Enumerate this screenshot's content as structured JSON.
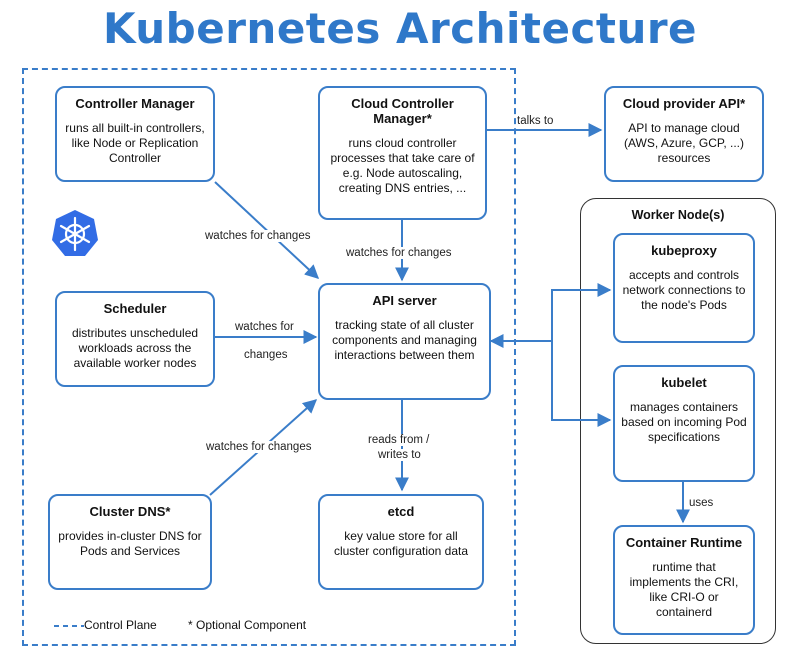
{
  "title": "Kubernetes Architecture",
  "colors": {
    "accent": "#2f78c9",
    "box_border": "#3a7dc9",
    "arrow": "#3a7dc9"
  },
  "icon": "kubernetes-logo-icon",
  "nodes": {
    "controller_manager": {
      "title": "Controller Manager",
      "desc": "runs all built-in controllers, like Node or Replication Controller"
    },
    "cloud_controller_manager": {
      "title": "Cloud Controller Manager*",
      "desc": "runs cloud controller processes that take care of e.g. Node autoscaling, creating DNS entries, ..."
    },
    "cloud_provider_api": {
      "title": "Cloud provider API*",
      "desc": "API to manage cloud (AWS, Azure, GCP, ...) resources"
    },
    "scheduler": {
      "title": "Scheduler",
      "desc": "distributes unscheduled workloads across the available worker nodes"
    },
    "api_server": {
      "title": "API server",
      "desc": "tracking state of all cluster components and managing interactions between them"
    },
    "cluster_dns": {
      "title": "Cluster DNS*",
      "desc": "provides in-cluster DNS for Pods and Services"
    },
    "etcd": {
      "title": "etcd",
      "desc": "key value store for all cluster configuration data"
    },
    "kubeproxy": {
      "title": "kubeproxy",
      "desc": "accepts and controls network connections to the node's Pods"
    },
    "kubelet": {
      "title": "kubelet",
      "desc": "manages containers based on incoming Pod specifications"
    },
    "container_runtime": {
      "title": "Container Runtime",
      "desc": "runtime that implements the CRI, like CRI-O or containerd"
    }
  },
  "worker_group": {
    "title": "Worker Node(s)"
  },
  "edges": {
    "talks_to": "talks to",
    "cm_watch": "watches for changes",
    "ccm_watch": "watches for changes",
    "sched_watch_1": "watches for",
    "sched_watch_2": "changes",
    "dns_watch": "watches for changes",
    "etcd_rw_1": "reads from /",
    "etcd_rw_2": "writes to",
    "uses": "uses"
  },
  "legend": {
    "control_plane": "Control Plane",
    "optional": "* Optional Component"
  }
}
